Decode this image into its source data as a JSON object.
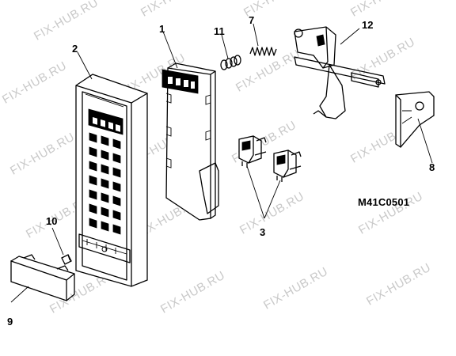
{
  "diagram": {
    "drawing_code": "M41C0501",
    "watermark": "FIX-HUB.RU",
    "callouts": {
      "c1": "1",
      "c2": "2",
      "c3": "3",
      "c7": "7",
      "c8": "8",
      "c9": "9",
      "c10": "10",
      "c11": "11",
      "c12": "12"
    }
  }
}
